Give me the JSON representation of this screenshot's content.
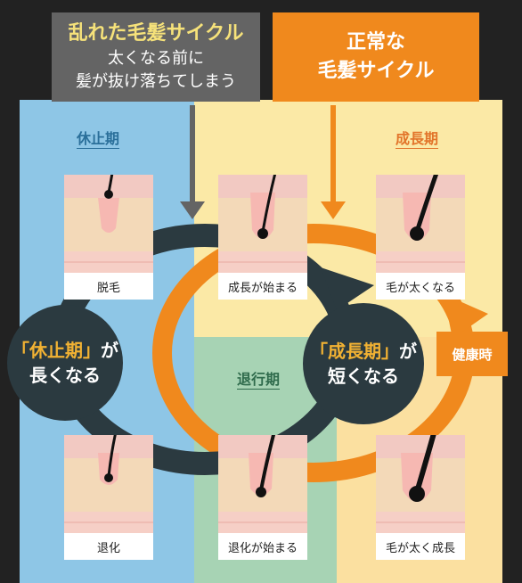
{
  "callouts": {
    "disrupted": {
      "title": "乱れた毛髪サイクル",
      "line1": "太くなる前に",
      "line2": "髪が抜け落ちてしまう"
    },
    "normal": {
      "line1": "正常な",
      "line2": "毛髪サイクル"
    }
  },
  "zones": {
    "rest": "休止期",
    "growth": "成長期",
    "regression": "退行期"
  },
  "cards": {
    "shedding": "脱毛",
    "growth_start": "成長が始まる",
    "thickening": "毛が太くなる",
    "regressed": "退化",
    "regression_start": "退化が始まる",
    "thick_growth": "毛が太く成長"
  },
  "circles": {
    "left": {
      "open": "「",
      "term": "休止期",
      "close": "」",
      "suffix": "が",
      "line2": "長くなる"
    },
    "right": {
      "open": "「",
      "term": "成長期",
      "close": "」",
      "suffix": "が",
      "line2": "短くなる"
    }
  },
  "badge": "健康時",
  "colors": {
    "rest_bg": "#8ec6e6",
    "growth_bg": "#fbe9a6",
    "regression_bg": "#a7d3b4",
    "orange": "#f0891d",
    "dark_arrow": "#2b3a40",
    "gray_callout": "#646464"
  }
}
